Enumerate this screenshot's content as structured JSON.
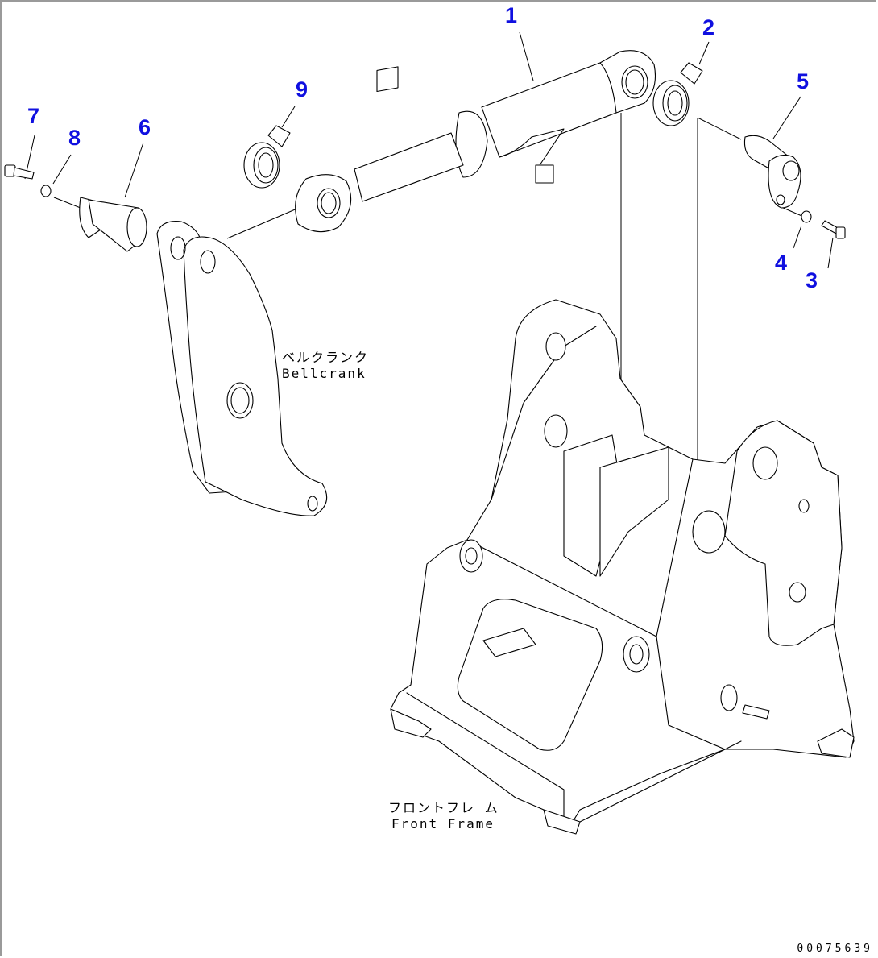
{
  "diagram": {
    "title": "Bellcrank and Front Frame Assembly",
    "callout_color": "#1010e0",
    "document_number": "00075639",
    "callouts": [
      {
        "id": "1",
        "part": "hydraulic-cylinder"
      },
      {
        "id": "2",
        "part": "spacer-ring"
      },
      {
        "id": "3",
        "part": "bolt"
      },
      {
        "id": "4",
        "part": "washer"
      },
      {
        "id": "5",
        "part": "pin"
      },
      {
        "id": "6",
        "part": "pin"
      },
      {
        "id": "7",
        "part": "bolt"
      },
      {
        "id": "8",
        "part": "washer"
      },
      {
        "id": "9",
        "part": "spacer-ring"
      }
    ],
    "labels": {
      "bellcrank_jp": "ベルクランク",
      "bellcrank_en": "Bellcrank",
      "frontframe_jp": "フロントフレ ム",
      "frontframe_en": "Front Frame"
    }
  }
}
